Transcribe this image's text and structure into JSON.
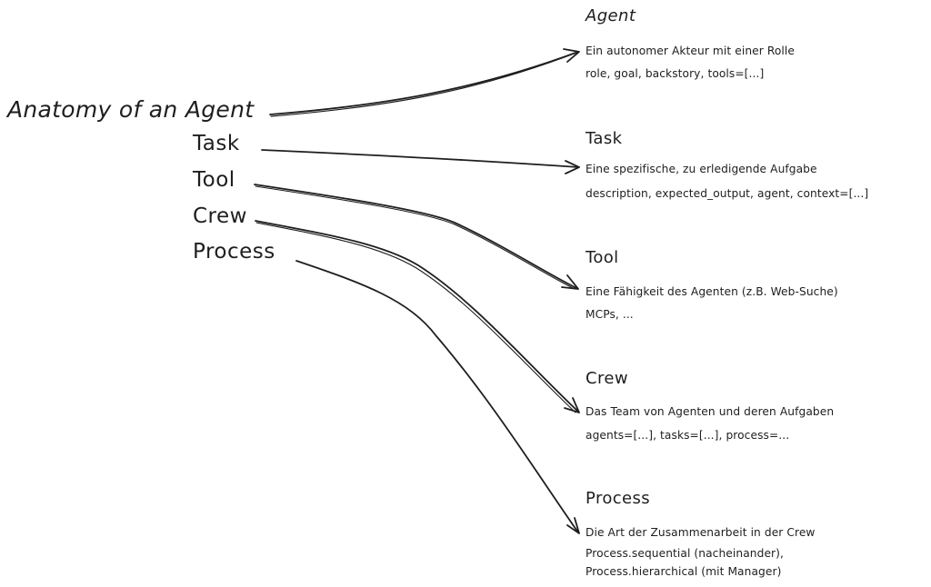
{
  "diagram": {
    "root": {
      "label": "Anatomy of an Agent"
    },
    "branches": [
      {
        "label": "Task"
      },
      {
        "label": "Tool"
      },
      {
        "label": "Crew"
      },
      {
        "label": "Process"
      }
    ],
    "nodes": [
      {
        "title": "Agent",
        "description": "Ein autonomer Akteur mit einer Rolle",
        "params": [
          "role, goal, backstory, tools=[...]"
        ]
      },
      {
        "title": "Task",
        "description": "Eine spezifische, zu erledigende Aufgabe",
        "params": [
          "description, expected_output, agent, context=[...]"
        ]
      },
      {
        "title": "Tool",
        "description": "Eine Fähigkeit des Agenten (z.B. Web-Suche)",
        "params": [
          "MCPs, ..."
        ]
      },
      {
        "title": "Crew",
        "description": "Das Team von Agenten und deren Aufgaben",
        "params": [
          "agents=[...], tasks=[...], process=..."
        ]
      },
      {
        "title": "Process",
        "description": "Die Art der Zusammenarbeit in der Crew",
        "params": [
          "Process.sequential (nacheinander),",
          "Process.hierarchical (mit Manager)"
        ]
      }
    ],
    "connections": [
      {
        "from": "Anatomy of an Agent",
        "to": "Agent"
      },
      {
        "from": "Task",
        "to": "Task"
      },
      {
        "from": "Tool",
        "to": "Tool"
      },
      {
        "from": "Crew",
        "to": "Crew"
      },
      {
        "from": "Process",
        "to": "Process"
      }
    ],
    "colors": {
      "ink": "#1e1e1e",
      "background": "#ffffff"
    }
  }
}
